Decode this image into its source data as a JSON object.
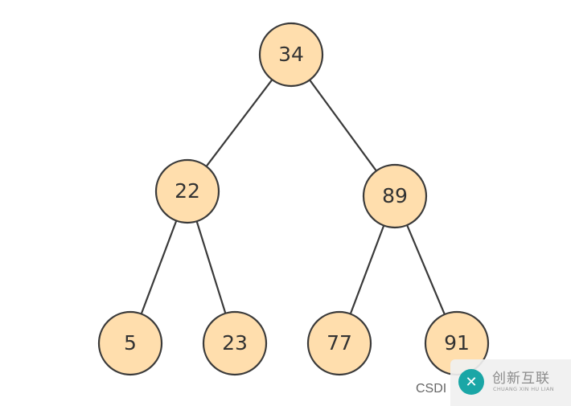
{
  "diagram": {
    "type": "binary-tree",
    "nodes": [
      {
        "id": "n34",
        "label": "34"
      },
      {
        "id": "n22",
        "label": "22"
      },
      {
        "id": "n89",
        "label": "89"
      },
      {
        "id": "n5",
        "label": "5"
      },
      {
        "id": "n23",
        "label": "23"
      },
      {
        "id": "n77",
        "label": "77"
      },
      {
        "id": "n91",
        "label": "91"
      }
    ],
    "edges": [
      {
        "from": "n34",
        "to": "n22"
      },
      {
        "from": "n34",
        "to": "n89"
      },
      {
        "from": "n22",
        "to": "n5"
      },
      {
        "from": "n22",
        "to": "n23"
      },
      {
        "from": "n89",
        "to": "n77"
      },
      {
        "from": "n89",
        "to": "n91"
      }
    ],
    "node_fill": "#FFDEAD",
    "node_stroke": "#3a3a3a"
  },
  "watermark": {
    "csdn": "CSDI",
    "brand": "创新互联",
    "pinyin": "CHUANG XIN HU LIAN",
    "logo_glyph": "✕",
    "logo_color": "#1aa6a6"
  }
}
